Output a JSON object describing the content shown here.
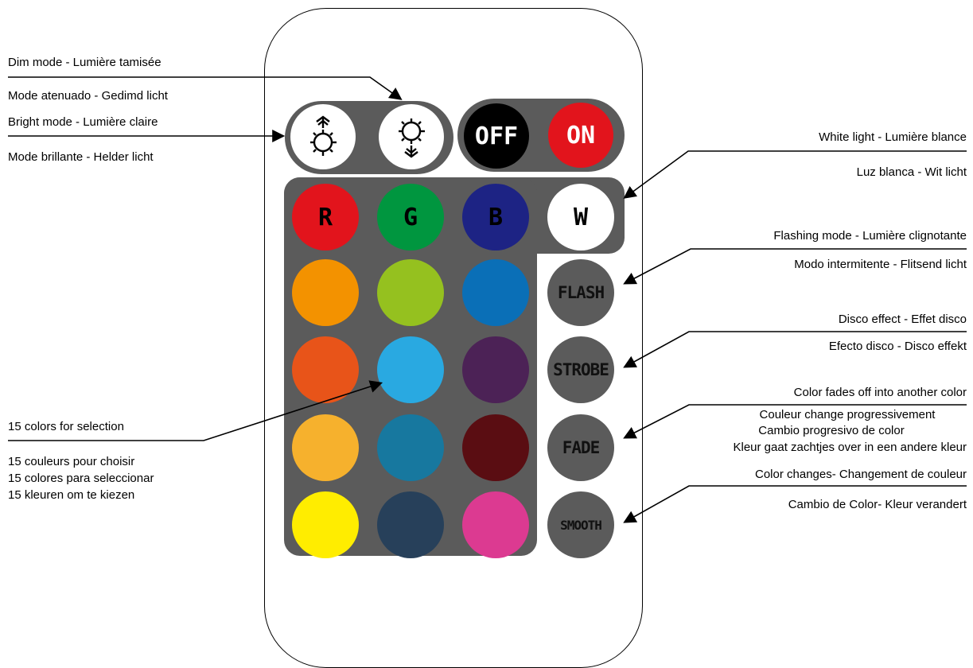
{
  "labels": {
    "dim_en_fr": "Dim mode - Lumière tamisée",
    "dim_es_nl": "Mode atenuado - Gedimd licht",
    "bright_en_fr": "Bright mode - Lumière claire",
    "bright_es_nl": "Mode brillante - Helder licht",
    "white_en_fr": "White light - Lumière blance",
    "white_es_nl": "Luz blanca - Wit licht",
    "flash_en_fr": "Flashing mode - Lumière clignotante",
    "flash_es_nl": "Modo intermitente - Flitsend licht",
    "strobe_en_fr": "Disco effect - Effet disco",
    "strobe_es_nl": "Efecto disco - Disco effekt",
    "fade_en": "Color fades off into another color",
    "fade_fr": "Couleur change progressivement",
    "fade_es": "Cambio progresivo de color",
    "fade_nl": "Kleur gaat zachtjes over in een andere kleur",
    "smooth_en_fr": "Color changes- Changement de couleur",
    "smooth_es_nl": "Cambio de Color- Kleur verandert",
    "colors_en": "15 colors for selection",
    "colors_fr": "15 couleurs pour choisir",
    "colors_es": "15 colores para seleccionar",
    "colors_nl": "15 kleuren om te kiezen"
  },
  "remote": {
    "off_label": "OFF",
    "on_label": "ON",
    "r_label": "R",
    "g_label": "G",
    "b_label": "B",
    "w_label": "W",
    "flash_label": "FLASH",
    "strobe_label": "STROBE",
    "fade_label": "FADE",
    "smooth_label": "SMOOTH"
  },
  "colors": {
    "panel": "#5b5b5b",
    "off": "#000000",
    "on": "#e2141c",
    "red": "#e2141c",
    "green": "#00963f",
    "blue": "#1d2384",
    "white": "#ffffff",
    "grid": [
      "#f39200",
      "#95c11f",
      "#0a6fb7",
      "#e85419",
      "#29a9e1",
      "#4c2256",
      "#f6b12d",
      "#17789f",
      "#5a0d12",
      "#ffed00",
      "#27405a",
      "#dc3a91"
    ]
  }
}
